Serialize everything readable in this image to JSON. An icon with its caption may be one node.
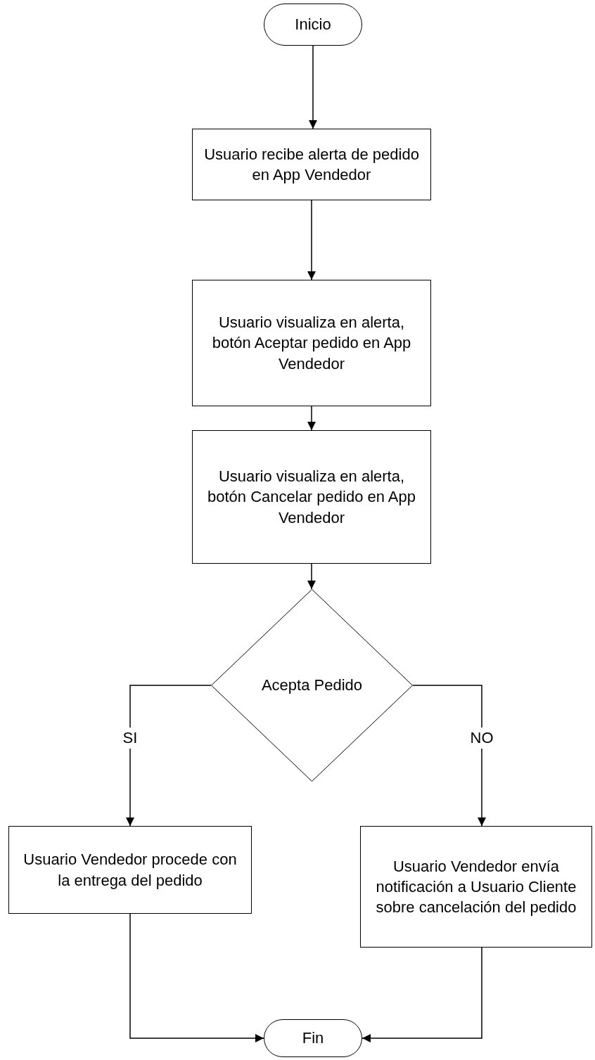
{
  "diagram": {
    "nodes": [
      {
        "text": [
          "Inicio"
        ]
      },
      {
        "text": [
          "Usuario recibe alerta de pedido en App Vendedor"
        ]
      },
      {
        "text": [
          "Usuario visualiza en alerta, botón Aceptar pedido en App Vendedor"
        ]
      },
      {
        "text": [
          "Usuario visualiza en alerta, botón Cancelar pedido en App Vendedor"
        ]
      },
      {
        "text": [
          "Acepta Pedido"
        ]
      },
      {
        "text": [
          "Usuario Vendedor procede con la entrega del pedido"
        ]
      },
      {
        "text": [
          "Usuario Vendedor envía notificación a Usuario Cliente sobre cancelación del pedido"
        ]
      },
      {
        "text": [
          "Fin"
        ]
      }
    ],
    "edges": [
      {
        "from": 0,
        "to": 1,
        "arrow": "to"
      },
      {
        "from": 1,
        "to": 2,
        "arrow": "to"
      },
      {
        "from": 2,
        "to": 3,
        "arrow": "to"
      },
      {
        "from": 3,
        "to": 4,
        "arrow": "to"
      },
      {
        "from": 4,
        "to": 5,
        "arrow": "to",
        "label": "SI"
      },
      {
        "from": 4,
        "to": 6,
        "arrow": "to",
        "label": "NO"
      },
      {
        "from": 5,
        "to": 7,
        "arrow": "to"
      },
      {
        "from": 6,
        "to": 7,
        "arrow": "to"
      }
    ]
  }
}
